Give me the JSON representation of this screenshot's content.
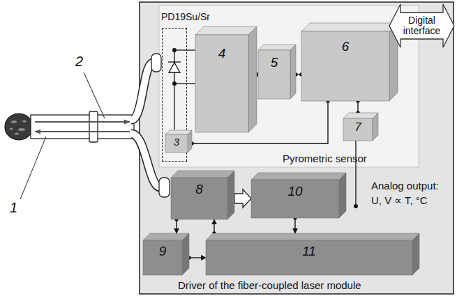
{
  "diagram": {
    "nodes": [
      {
        "text": [
          "Driver of the fiber-coupled laser module"
        ]
      },
      {
        "text": [
          "Pyrometric sensor"
        ],
        "in": 0
      },
      {
        "text": [
          "PD19Su/Sr"
        ],
        "in": 1
      },
      {
        "text": [
          "3"
        ],
        "in": 2
      },
      {
        "text": [
          "4"
        ],
        "in": 1
      },
      {
        "text": [
          "5"
        ],
        "in": 1
      },
      {
        "text": [
          "6"
        ],
        "in": 1
      },
      {
        "text": [
          "7"
        ],
        "in": 1
      },
      {
        "text": [
          "8"
        ],
        "in": 0
      },
      {
        "text": [
          "9"
        ],
        "in": 0
      },
      {
        "text": [
          "10"
        ],
        "in": 0
      },
      {
        "text": [
          "11"
        ],
        "in": 0
      },
      {
        "text": [
          "Digital interface"
        ]
      }
    ],
    "edges": [
      {
        "from": 4,
        "to": 5,
        "arrow": "none"
      },
      {
        "from": 5,
        "to": 6,
        "arrow": "none"
      },
      {
        "from": 6,
        "to": 7,
        "arrow": "none"
      },
      {
        "from": 6,
        "to": 3,
        "arrow": "none"
      },
      {
        "from": 8,
        "to": 10,
        "arrow": "to"
      },
      {
        "from": 10,
        "to": 11,
        "arrow": "to"
      },
      {
        "from": 11,
        "to": 8,
        "arrow": "to"
      },
      {
        "from": 8,
        "to": 9,
        "arrow": "to"
      },
      {
        "from": 9,
        "to": 11,
        "arrow": "to"
      }
    ],
    "labels": [
      "1",
      "2",
      "Analog output:",
      "U, V ∝ T, °C"
    ]
  }
}
